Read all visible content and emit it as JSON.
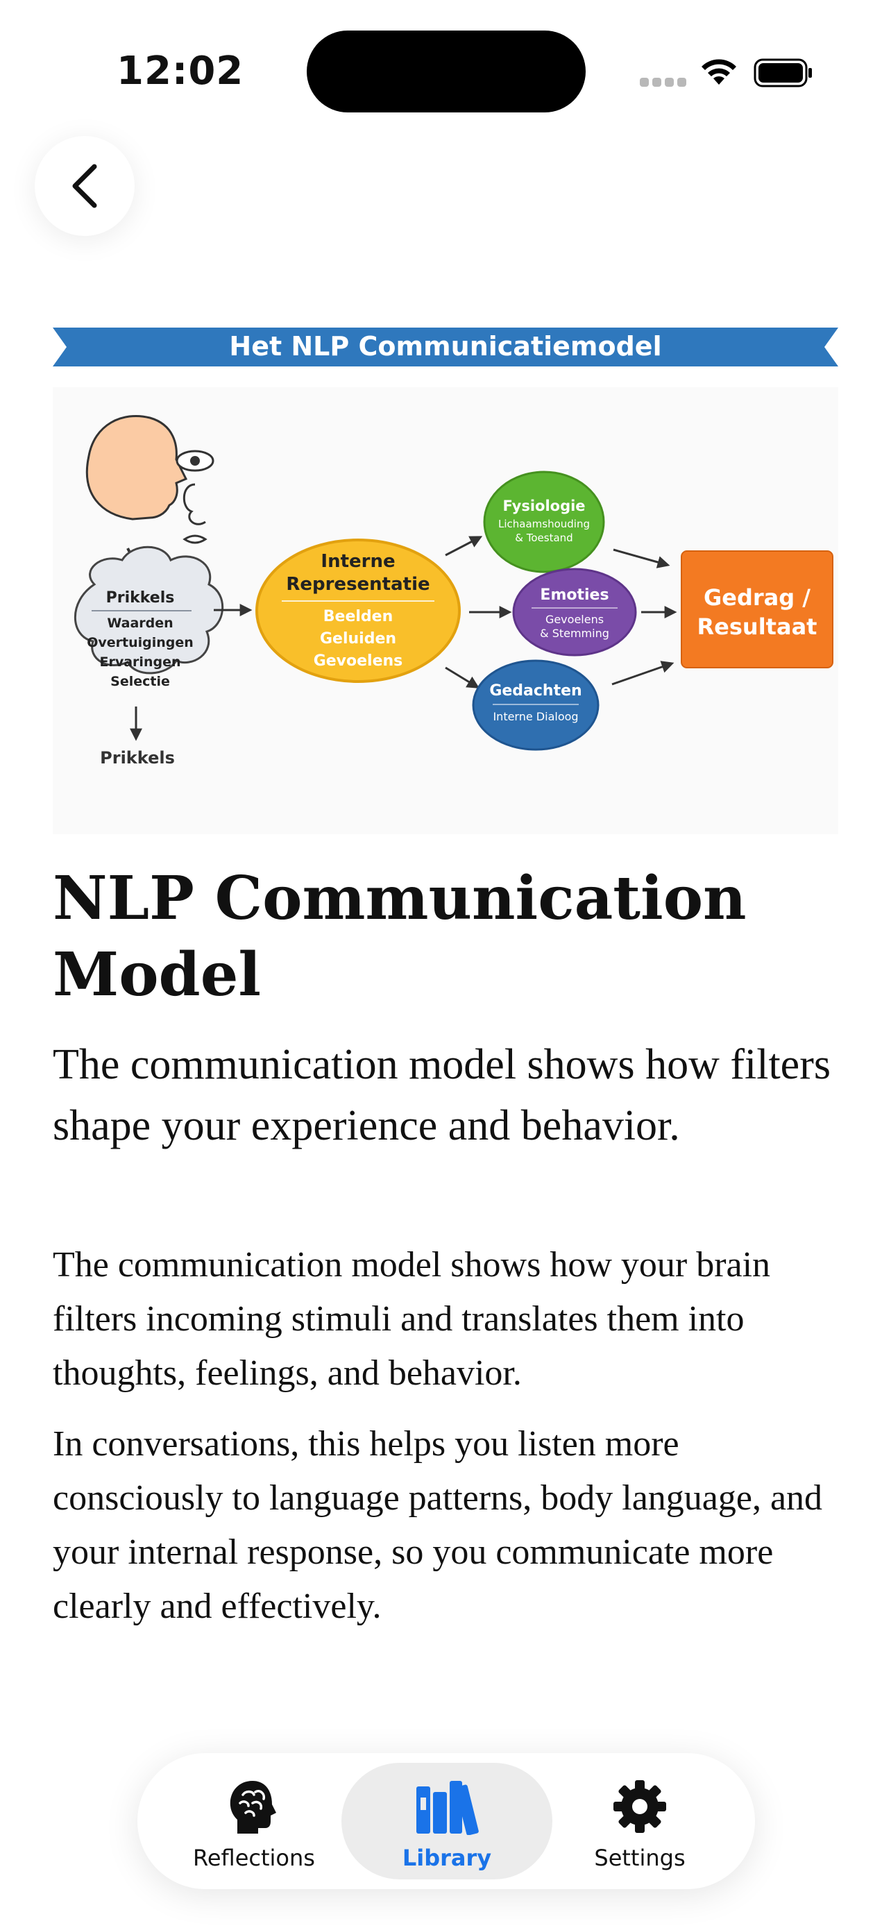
{
  "status": {
    "time": "12:02"
  },
  "article": {
    "title": "NLP Communication Model",
    "subtitle": "The communication model shows how filters shape your experience and behavior.",
    "paragraphs": [
      "The communication model shows how your brain filters incoming stimuli and translates them into thoughts, feelings, and behavior.",
      "In conversations, this helps you listen more consciously to language patterns, body language, and your internal response, so you communicate more clearly and effectively."
    ]
  },
  "diagram": {
    "banner": "Het NLP Communicatiemodel",
    "filters": {
      "title": "Prikkels",
      "items": [
        "Waarden",
        "Overtuigingen",
        "Ervaringen",
        "Selectie"
      ]
    },
    "stimuli_label": "Prikkels",
    "internal": {
      "title_line1": "Interne",
      "title_line2": "Representatie",
      "items": [
        "Beelden",
        "Geluiden",
        "Gevoelens"
      ]
    },
    "physiology": {
      "title": "Fysiologie",
      "line1": "Lichaamshouding",
      "line2": "& Toestand"
    },
    "emotions": {
      "title": "Emoties",
      "line1": "Gevoelens",
      "line2": "& Stemming"
    },
    "thoughts": {
      "title": "Gedachten",
      "line1": "Interne Dialoog"
    },
    "result": {
      "line1": "Gedrag /",
      "line2": "Resultaat"
    },
    "colors": {
      "banner": "#2f78bd",
      "green": "#5cb531",
      "purple": "#7a4ca8",
      "blue": "#2f6fb0",
      "yellow": "#f9bf2a",
      "orange": "#f37a22"
    }
  },
  "tabs": [
    {
      "label": "Reflections",
      "icon": "brain-icon",
      "active": false
    },
    {
      "label": "Library",
      "icon": "books-icon",
      "active": true
    },
    {
      "label": "Settings",
      "icon": "gear-icon",
      "active": false
    }
  ]
}
